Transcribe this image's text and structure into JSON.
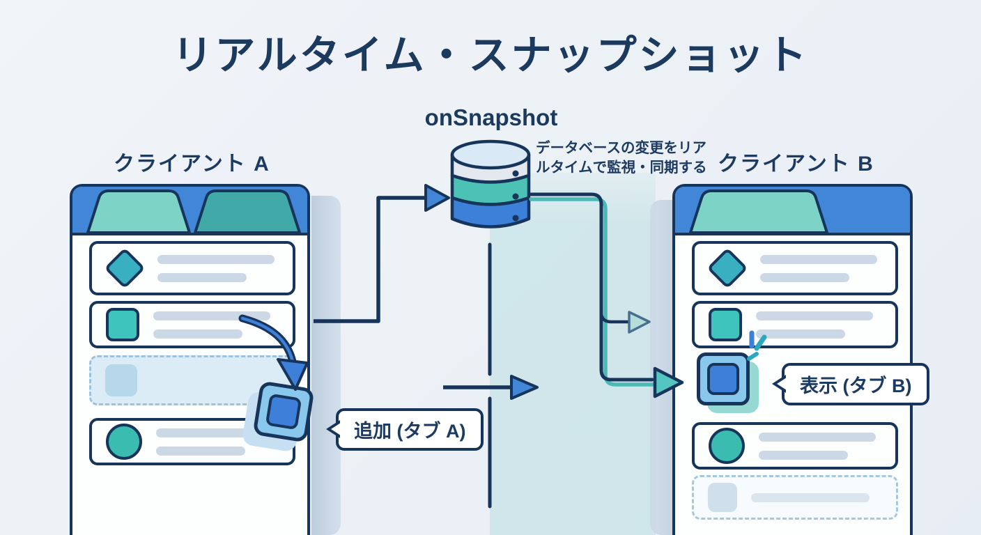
{
  "title": "リアルタイム・スナップショット",
  "database": {
    "label": "onSnapshot",
    "note_lines": [
      "データベースの変更をリア",
      "ルタイムで監視・同期する"
    ],
    "icon": "database-cylinder-icon",
    "band_colors": [
      "#e3e8ee",
      "#4cc2b6",
      "#3d80da"
    ]
  },
  "client_a": {
    "label": "クライアント A",
    "bubble_label": "追加 (タブ A)",
    "tabs": [
      {
        "name": "tab-1",
        "color": "#7ed3c7"
      },
      {
        "name": "tab-2",
        "color": "#41a9a7"
      }
    ],
    "list_items": [
      {
        "icon": "diamond-icon",
        "lines": 2
      },
      {
        "icon": "square-icon",
        "lines": 2
      },
      {
        "icon": "ghost-placeholder-icon",
        "lines": 0,
        "state": "dashed-drop-target"
      },
      {
        "icon": "circle-icon",
        "lines": 2
      }
    ],
    "dragged_tile": "new-item-tile"
  },
  "client_b": {
    "label": "クライアント B",
    "bubble_label": "表示 (タブ B)",
    "tabs": [
      {
        "name": "tab-1",
        "color": "#7ed3c7"
      }
    ],
    "list_items": [
      {
        "icon": "diamond-icon",
        "lines": 2
      },
      {
        "icon": "square-icon",
        "lines": 2
      },
      {
        "icon": "new-item-tile",
        "state": "highlighted-new"
      },
      {
        "icon": "circle-icon",
        "lines": 2
      },
      {
        "icon": "ghost-placeholder-icon",
        "lines": 1,
        "state": "dashed-placeholder"
      }
    ]
  },
  "flow": {
    "arrows": [
      {
        "name": "client-a-to-database",
        "color": "#17355a",
        "head": "#4286d8"
      },
      {
        "name": "database-sync-line",
        "color": "#17355a"
      },
      {
        "name": "mid-sync-arrow",
        "color": "#17355a",
        "head": "#4286d8"
      },
      {
        "name": "database-to-client-b",
        "colors": [
          "#17355a",
          "#4db9b5"
        ],
        "head": "#55c6bf"
      },
      {
        "name": "branch-arrow",
        "head": "#b5dedb"
      },
      {
        "name": "drag-curved-arrow",
        "color": "#3d7fd9"
      }
    ]
  },
  "colors": {
    "navy_outline": "#17355a",
    "header_blue": "#4286d8",
    "tile_blue": "#3d7fd9",
    "tile_light_blue": "#8ac7ec",
    "teal": "#4cc2b6",
    "tab_light_teal": "#7ed3c7",
    "tab_dark_teal": "#41a9a7",
    "line_gray": "#ccd8e5",
    "background": "#eef2f7",
    "teal_band": "#b5dde0"
  }
}
